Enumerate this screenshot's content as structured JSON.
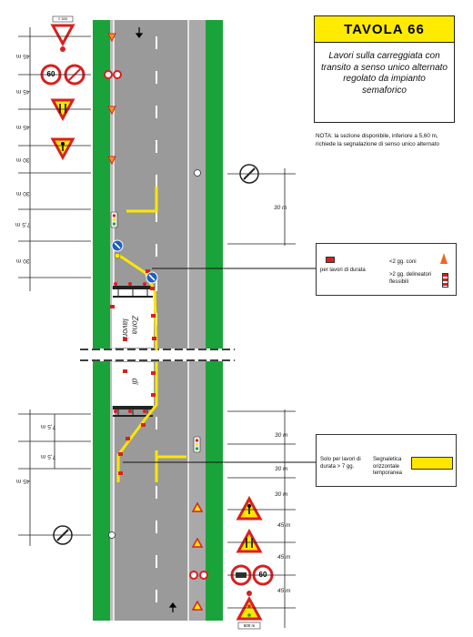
{
  "title": "TAVOLA  66",
  "description": "Lavori sulla carreggiata con transito a senso unico alternato regolato da impianto semaforico",
  "nota": "NOTA: la sezione disponibile, inferiore a 5,60 m, richiede la segnalazione di senso unico alternato",
  "work_zone_text": [
    "Zona",
    "lavori",
    "di"
  ],
  "legend_top": {
    "label": "per lavori di durata",
    "option_short": "<2 gg. coni",
    "option_long": ">2 gg. delineatori flessibili"
  },
  "legend_bottom": {
    "label": "Solo per lavori di durata > 7 gg.",
    "marking": "Segnaletica orizzontale temporanea"
  },
  "left_distances_top": [
    "45 m",
    "45 m",
    "45 m",
    "30 m",
    "30 m",
    "7,5 m",
    "30 m"
  ],
  "left_distances_bottom": [
    "7,5 m",
    "7,5 m",
    "45 m"
  ],
  "right_distances_top": [
    "30 m"
  ],
  "right_distances_bottom": [
    "30 m",
    "30 m",
    "30 m",
    "45 m",
    "45 m",
    "45 m"
  ],
  "sign_top_plate": "≡ 300",
  "sign_bottom_plate": "600 m",
  "speed_limit": "60",
  "colors": {
    "verge": "#1aa33a",
    "road": "#9a9a9a",
    "ped_strip": "#cfcfcf",
    "work_yellow": "#ffe600",
    "title_yellow": "#ffeb00",
    "signal_red": "#d8262c",
    "delineator_red": "#d82020"
  }
}
